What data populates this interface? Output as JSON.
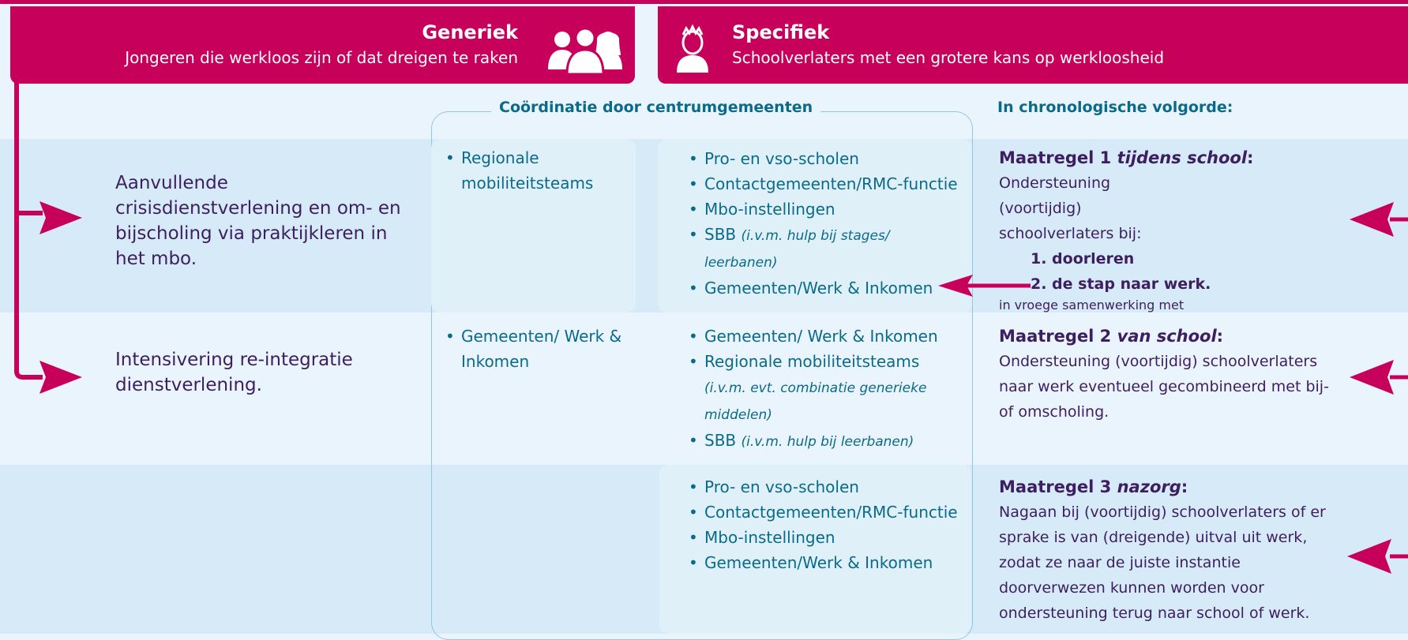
{
  "colors": {
    "accent": "#c7005b",
    "dark_text": "#3d1e60",
    "list_text": "#0a6a8a",
    "band": "#d6ebf7",
    "background": "#eaf4fc"
  },
  "generic": {
    "title": "Generiek",
    "subtitle": "Jongeren die werkloos zijn of dat dreigen te raken",
    "icon": "people-group-icon"
  },
  "specific": {
    "title": "Specifiek",
    "subtitle": "Schoolverlaters met een grotere kans op werkloosheid",
    "icon": "young-person-icon"
  },
  "coordination_title": "Coördinatie door centrumgemeenten",
  "chronology_title": "In chronologische volgorde:",
  "generic_rows": [
    {
      "text": "Aanvullende crisisdienstverlening en om- en bijscholing via praktijkleren in het mbo."
    },
    {
      "text": "Intensivering re-integratie dienstverlening."
    }
  ],
  "coord_generic": [
    {
      "items": [
        "Regionale mobiliteitsteams"
      ]
    },
    {
      "items": [
        "Gemeenten/ Werk & Inkomen"
      ]
    }
  ],
  "coord_specific": [
    {
      "items": [
        {
          "text": "Pro- en vso-scholen",
          "note": ""
        },
        {
          "text": "Contactgemeenten/RMC-functie",
          "note": ""
        },
        {
          "text": "Mbo-instellingen",
          "note": ""
        },
        {
          "text": "SBB",
          "note": "(i.v.m. hulp bij stages/ leerbanen)"
        },
        {
          "text": "Gemeenten/Werk & Inkomen",
          "note": ""
        }
      ]
    },
    {
      "items": [
        {
          "text": "Gemeenten/ Werk & Inkomen",
          "note": ""
        },
        {
          "text": "Regionale mobiliteitsteams",
          "note": "(i.v.m. evt. combinatie generieke middelen)"
        },
        {
          "text": "SBB",
          "note": "(i.v.m. hulp bij leerbanen)"
        }
      ]
    },
    {
      "items": [
        {
          "text": "Pro- en vso-scholen",
          "note": ""
        },
        {
          "text": "Contactgemeenten/RMC-functie",
          "note": ""
        },
        {
          "text": "Mbo-instellingen",
          "note": ""
        },
        {
          "text": "Gemeenten/Werk & Inkomen",
          "note": ""
        }
      ]
    }
  ],
  "measures": [
    {
      "title": "Maatregel 1",
      "title_em": "tijdens school",
      "colon": ":",
      "body": "Ondersteuning (voortijdig) schoolverlaters bij:",
      "steps": [
        "1. doorleren",
        "2. de stap naar werk."
      ],
      "note": "in vroege samenwerking met"
    },
    {
      "title": "Maatregel 2",
      "title_em": "van school",
      "colon": ":",
      "body": "Ondersteuning (voortijdig) schoolverlaters naar werk eventueel gecombineerd met bij- of omscholing.",
      "steps": [],
      "note": ""
    },
    {
      "title": "Maatregel 3",
      "title_em": "nazorg",
      "colon": ":",
      "body": "Nagaan bij (voortijdig) schoolverlaters of er sprake is van (dreigende) uitval uit werk, zodat ze naar de juiste instantie doorverwezen kunnen worden voor ondersteuning terug naar school of werk.",
      "steps": [],
      "note": ""
    }
  ]
}
